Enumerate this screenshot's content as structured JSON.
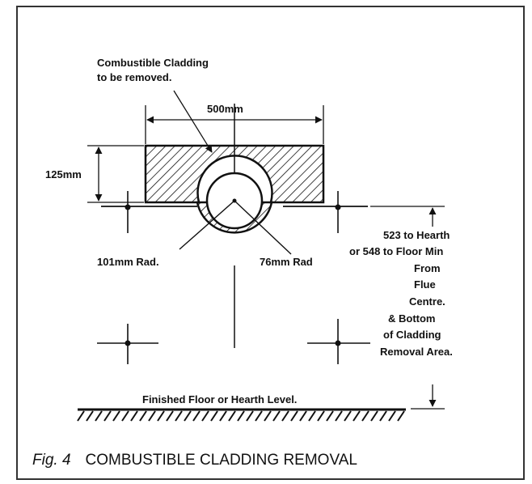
{
  "figure": {
    "caption_number": "Fig. 4",
    "caption_title": "COMBUSTIBLE CLADDING REMOVAL"
  },
  "labels": {
    "cladding_line1": "Combustible Cladding",
    "cladding_line2": "to be removed.",
    "width": "500mm",
    "height": "125mm",
    "radius_outer": "101mm Rad.",
    "radius_inner": "76mm Rad",
    "clearance_lines": [
      "523 to Hearth",
      "or 548 to Floor Min",
      "From",
      "Flue",
      "Centre.",
      "& Bottom",
      "of Cladding",
      "Removal Area."
    ],
    "floor": "Finished Floor or Hearth Level."
  },
  "colors": {
    "ink": "#111111",
    "paper": "#ffffff",
    "frame": "#333333"
  }
}
